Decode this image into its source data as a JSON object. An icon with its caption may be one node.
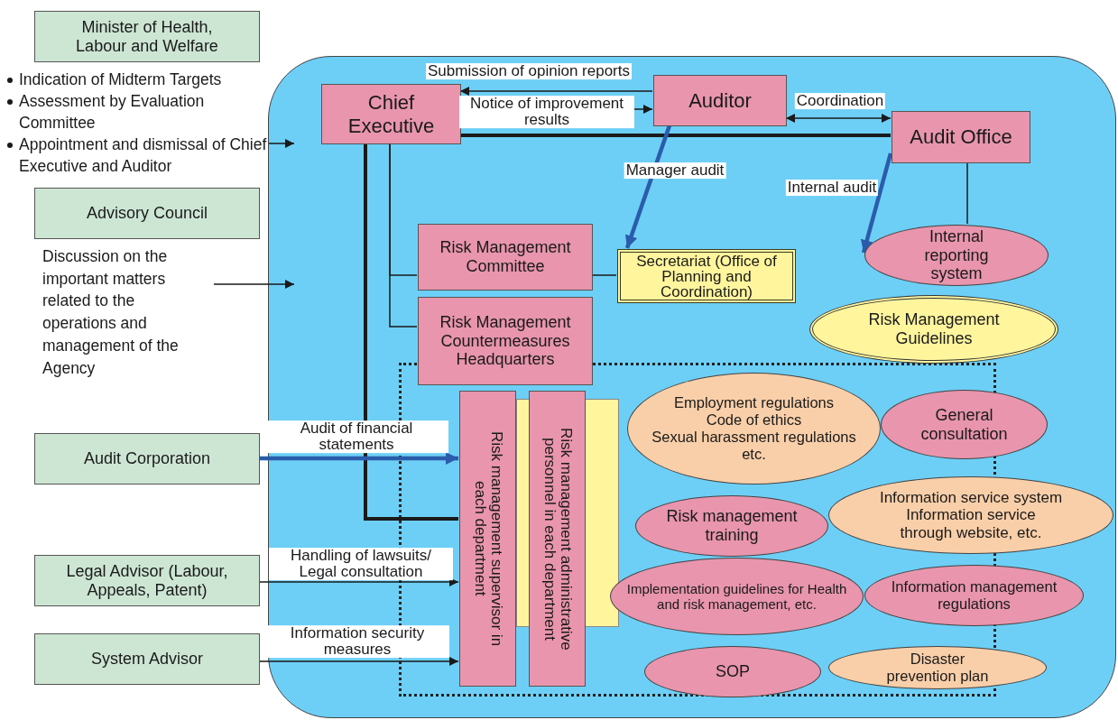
{
  "diagram": {
    "nodes": [
      {
        "text": [
          "Minister of Health, Labour and Welfare"
        ]
      },
      {
        "text": [
          "Indication of Midterm Targets",
          "Assessment by Evaluation Committee",
          "Appointment and dismissal of Chief Executive and Auditor"
        ]
      },
      {
        "text": [
          "Advisory Council"
        ]
      },
      {
        "text": [
          "Discussion on the important matters related to the operations and management of the Agency"
        ]
      },
      {
        "text": [
          "Audit Corporation"
        ]
      },
      {
        "text": [
          "Legal Advisor (Labour, Appeals, Patent)"
        ]
      },
      {
        "text": [
          "System Advisor"
        ]
      },
      {
        "text": [],
        "shape": "box"
      },
      {
        "text": [
          "Chief Executive"
        ],
        "in": 7
      },
      {
        "text": [
          "Auditor"
        ],
        "in": 7
      },
      {
        "text": [
          "Audit Office"
        ],
        "in": 7
      },
      {
        "text": [
          "Risk Management Committee"
        ],
        "in": 7
      },
      {
        "text": [
          "Secretariat (Office of Planning and Coordination)"
        ],
        "in": 7
      },
      {
        "text": [
          "Internal reporting system"
        ],
        "in": 7
      },
      {
        "text": [
          "Risk Management Guidelines"
        ],
        "in": 7
      },
      {
        "text": [
          "Risk Management Countermeasures Headquarters"
        ],
        "in": 7
      },
      {
        "text": [
          "Risk management supervisor in each department"
        ],
        "in": 7
      },
      {
        "text": [
          "Risk management administrative personnel in each department"
        ],
        "in": 7
      },
      {
        "text": [
          "Employment regulations",
          "Code of ethics",
          "Sexual harassment regulations",
          "etc."
        ],
        "in": 7
      },
      {
        "text": [
          "General consultation"
        ],
        "in": 7
      },
      {
        "text": [
          "Risk management training"
        ],
        "in": 7
      },
      {
        "text": [
          "Information service system",
          "Information service through website, etc."
        ],
        "in": 7
      },
      {
        "text": [
          "Implementation guidelines for Health and risk management, etc."
        ],
        "in": 7
      },
      {
        "text": [
          "Information management regulations"
        ],
        "in": 7
      },
      {
        "text": [
          "SOP"
        ],
        "in": 7
      },
      {
        "text": [
          "Disaster prevention plan"
        ],
        "in": 7
      }
    ],
    "edges": [
      {
        "from": 1,
        "to": 7,
        "arrow": "to"
      },
      {
        "from": 3,
        "to": 7,
        "arrow": "to"
      },
      {
        "from": 9,
        "to": 8,
        "arrow": "to",
        "label": "Submission of opinion reports"
      },
      {
        "from": 8,
        "to": 9,
        "arrow": "to",
        "label": "Notice of improvement results"
      },
      {
        "from": 9,
        "to": 10,
        "arrow": "both",
        "label": "Coordination"
      },
      {
        "from": 8,
        "to": 10,
        "arrow": "none",
        "style": "thick"
      },
      {
        "from": 8,
        "to": 16,
        "arrow": "none",
        "style": "thick"
      },
      {
        "from": 8,
        "to": 11,
        "arrow": "none"
      },
      {
        "from": 8,
        "to": 15,
        "arrow": "none"
      },
      {
        "from": 11,
        "to": 12,
        "arrow": "none"
      },
      {
        "from": 10,
        "to": 13,
        "arrow": "none"
      },
      {
        "from": 9,
        "to": 12,
        "arrow": "to",
        "label": "Manager audit",
        "style": "thick",
        "color": "#2b5cab"
      },
      {
        "from": 10,
        "to": 13,
        "arrow": "to",
        "label": "Internal audit",
        "style": "thick",
        "color": "#2b5cab"
      },
      {
        "from": 4,
        "to": 16,
        "arrow": "to",
        "label": "Audit of financial statements",
        "style": "thick",
        "color": "#2b5cab"
      },
      {
        "from": 5,
        "to": 16,
        "arrow": "to",
        "label": "Handling of lawsuits/ Legal consultation"
      },
      {
        "from": 6,
        "to": 16,
        "arrow": "to",
        "label": "Information security measures"
      }
    ]
  }
}
